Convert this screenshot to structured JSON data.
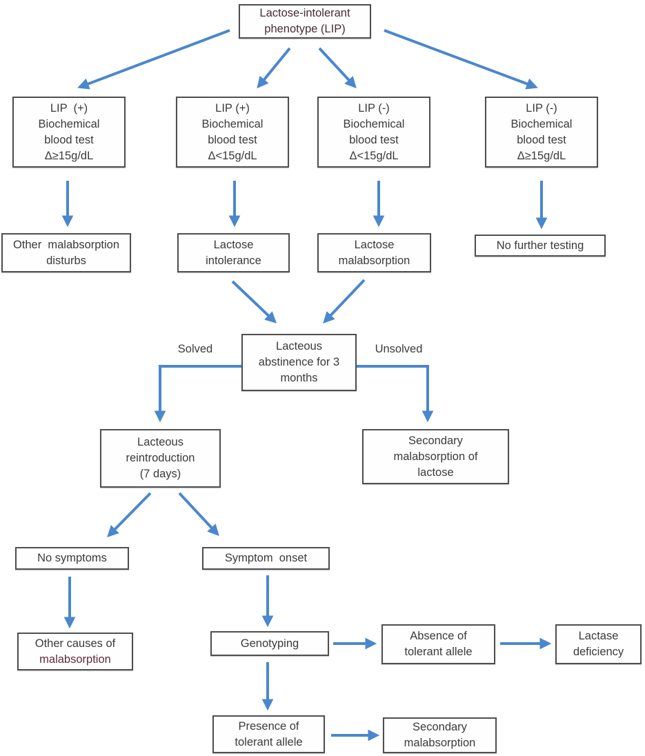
{
  "diagram_title": "Lactose-intolerant phenotype (LIP) diagnostic flowchart",
  "colors": {
    "arrow_blue": "#4a87ce",
    "box_border": "#4e4e4e",
    "text_dark": "#3a3a3a",
    "text_maroon": "#5e2c3c",
    "background": "#ffffff"
  },
  "nodes": {
    "lip": {
      "lines": [
        "Lactose-intolerant",
        "phenotype (LIP)"
      ]
    },
    "lip_pos_high": {
      "lines": [
        "LIP  (+)",
        "Biochemical",
        "blood test",
        "Δ≥15g/dL"
      ]
    },
    "lip_pos_low": {
      "lines": [
        "LIP (+)",
        "Biochemical",
        "blood test",
        "Δ<15g/dL"
      ]
    },
    "lip_neg_low": {
      "lines": [
        "LIP (-)",
        "Biochemical",
        "blood test",
        "Δ<15g/dL"
      ]
    },
    "lip_neg_high": {
      "lines": [
        "LIP (-)",
        "Biochemical",
        "blood test",
        "Δ≥15g/dL"
      ]
    },
    "other_malabsorption_disturbs": {
      "lines": [
        "Other  malabsorption",
        "disturbs"
      ]
    },
    "lactose_intolerance": {
      "lines": [
        "Lactose",
        "intolerance"
      ]
    },
    "lactose_malabsorption": {
      "lines": [
        "Lactose",
        "malabsorption"
      ]
    },
    "no_further_testing": {
      "lines": [
        "No further testing"
      ]
    },
    "lacteous_abstinence": {
      "lines": [
        "Lacteous",
        "abstinence for 3",
        "months"
      ]
    },
    "lacteous_reintroduction": {
      "lines": [
        "Lacteous",
        "reintroduction",
        "(7 days)"
      ]
    },
    "secondary_malabsorption_of_lactose": {
      "lines": [
        "Secondary",
        "malabsorption of",
        "lactose"
      ]
    },
    "no_symptoms": {
      "lines": [
        "No symptoms"
      ]
    },
    "symptom_onset": {
      "lines": [
        "Symptom  onset"
      ]
    },
    "other_causes_of_malabsorption": {
      "lines": [
        "Other causes of",
        "malabsorption"
      ]
    },
    "genotyping": {
      "lines": [
        "Genotyping"
      ]
    },
    "absence_of_tolerant_allele": {
      "lines": [
        "Absence of",
        "tolerant allele"
      ]
    },
    "lactase_deficiency": {
      "lines": [
        "Lactase",
        "deficiency"
      ]
    },
    "presence_of_tolerant_allele": {
      "lines": [
        "Presence of",
        "tolerant allele"
      ]
    },
    "secondary_malabsorption": {
      "lines": [
        "Secondary",
        "malabsorption"
      ]
    }
  },
  "edge_labels": {
    "solved": "Solved",
    "unsolved": "Unsolved"
  }
}
